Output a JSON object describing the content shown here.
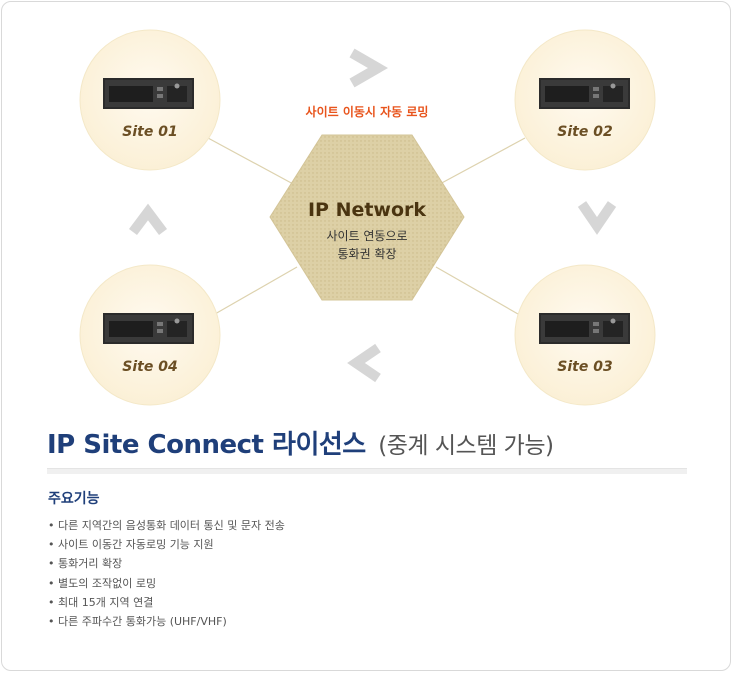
{
  "diagram": {
    "sites": [
      {
        "id": "site1",
        "label": "Site 01"
      },
      {
        "id": "site2",
        "label": "Site 02"
      },
      {
        "id": "site3",
        "label": "Site 03"
      },
      {
        "id": "site4",
        "label": "Site 04"
      }
    ],
    "roaming_label": "사이트 이동시 자동 로밍",
    "network": {
      "title": "IP Network",
      "subtitle_line1": "사이트 연동으로",
      "subtitle_line2": "통화권 확장"
    },
    "colors": {
      "circle_fill": "#fdf6e3",
      "hexagon_fill": "#ddd0a6",
      "arrow": "#d9d9d9",
      "roaming_text": "#e8541c"
    },
    "arrow_icons": [
      "chevron-right-icon",
      "chevron-down-icon",
      "chevron-left-icon",
      "chevron-up-icon"
    ]
  },
  "headline": {
    "main": "IP Site Connect 라이선스",
    "sub": "(중계 시스템 가능)"
  },
  "features": {
    "heading": "주요기능",
    "items": [
      "다른 지역간의 음성통화 데이터 통신 및 문자 전송",
      "사이트 이동간 자동로밍 기능 지원",
      "통화거리 확장",
      "별도의 조작없이 로밍",
      "최대 15개 지역 연결",
      "다른 주파수간 통화가능 (UHF/VHF)"
    ]
  }
}
